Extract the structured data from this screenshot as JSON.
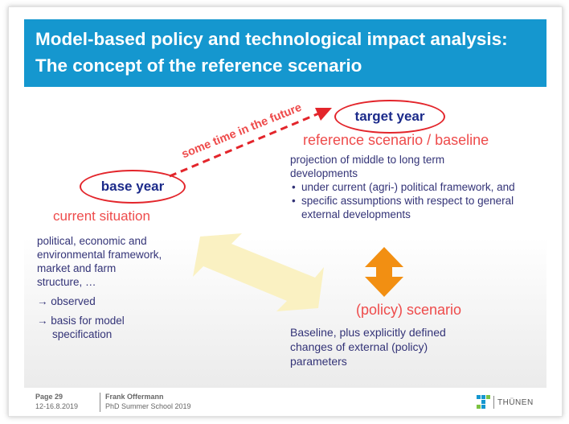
{
  "title": "Model-based policy and technological impact analysis: The concept of the reference scenario",
  "arrow_label": "some time in the future",
  "base": {
    "oval_label": "base year",
    "heading": "current situation",
    "lines": [
      "political, economic and",
      "environmental framework,",
      "market and farm",
      "structure, …"
    ],
    "points": [
      "→ observed",
      "→ basis for model",
      "specification"
    ]
  },
  "target": {
    "oval_label": "target year",
    "heading": "reference scenario / baseline",
    "lines": [
      "projection of middle to long term",
      "developments"
    ],
    "bullets": [
      "under current (agri-) political framework, and",
      "specific assumptions with respect to general external developments"
    ]
  },
  "policy": {
    "heading": "(policy) scenario",
    "lines": [
      "Baseline, plus explicitly defined",
      "changes of external (policy)",
      "parameters"
    ]
  },
  "footer": {
    "page": "Page 29",
    "dates": "12-16.8.2019",
    "author": "Frank Offermann",
    "event": "PhD Summer School 2019",
    "logo_text": "THÜNEN"
  },
  "colors": {
    "title_bar": "#1597cf",
    "oval_border": "#e3252b",
    "red_heading": "#ee4b4b",
    "body_text": "#333377",
    "future_arrow": "#e3252b",
    "yellow_arrow": "#faf1c2",
    "orange_arrow": "#f28f12"
  }
}
